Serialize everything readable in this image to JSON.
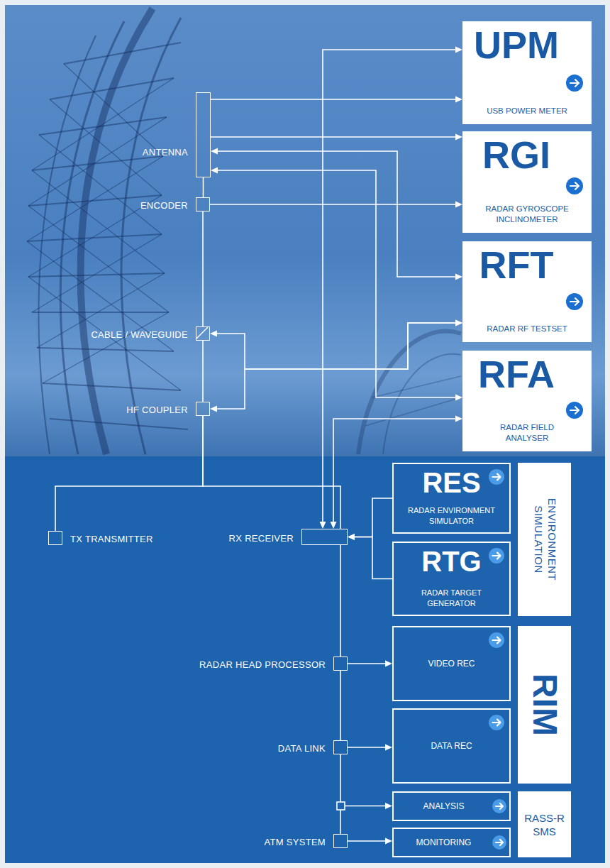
{
  "diagram": {
    "nodes": [
      {
        "text": [
          "UPM",
          "USB POWER METER"
        ]
      },
      {
        "text": [
          "RGI",
          "RADAR GYROSCOPE INCLINOMETER"
        ]
      },
      {
        "text": [
          "RFT",
          "RADAR RF TESTSET"
        ]
      },
      {
        "text": [
          "RFA",
          "RADAR FIELD ANALYSER"
        ]
      },
      {
        "text": [
          "ANTENNA"
        ]
      },
      {
        "text": [
          "ENCODER"
        ]
      },
      {
        "text": [
          "CABLE / WAVEGUIDE"
        ]
      },
      {
        "text": [
          "HF COUPLER"
        ]
      },
      {
        "text": [
          "TX TRANSMITTER"
        ]
      },
      {
        "text": [
          "RX RECEIVER"
        ]
      },
      {
        "text": [
          "RES",
          "RADAR ENVIRONMENT SIMULATOR"
        ]
      },
      {
        "text": [
          "RTG",
          "RADAR TARGET GENERATOR"
        ]
      },
      {
        "text": [
          "ENVIRONMENT SIMULATION"
        ]
      },
      {
        "text": [
          "RADAR HEAD PROCESSOR"
        ]
      },
      {
        "text": [
          "VIDEO REC"
        ]
      },
      {
        "text": [
          "DATA LINK"
        ]
      },
      {
        "text": [
          "DATA REC"
        ]
      },
      {
        "text": [
          "RIM"
        ]
      },
      {
        "text": [
          "ATM SYSTEM"
        ]
      },
      {
        "text": [
          "ANALYSIS"
        ]
      },
      {
        "text": [
          "MONITORING"
        ]
      },
      {
        "text": [
          "RASS-R SMS"
        ]
      }
    ],
    "edges": [
      {
        "from": 4,
        "to": 5,
        "arrow": "none"
      },
      {
        "from": 5,
        "to": 6,
        "arrow": "none"
      },
      {
        "from": 6,
        "to": 7,
        "arrow": "none"
      },
      {
        "from": 7,
        "to": 8,
        "arrow": "none"
      },
      {
        "from": 7,
        "to": 9,
        "arrow": "none"
      },
      {
        "from": 9,
        "to": 13,
        "arrow": "none"
      },
      {
        "from": 13,
        "to": 15,
        "arrow": "none"
      },
      {
        "from": 15,
        "to": 18,
        "arrow": "none"
      },
      {
        "from": 4,
        "to": 0,
        "arrow": "to"
      },
      {
        "from": 9,
        "to": 0,
        "arrow": "both"
      },
      {
        "from": 4,
        "to": 1,
        "arrow": "to"
      },
      {
        "from": 4,
        "to": 2,
        "arrow": "both"
      },
      {
        "from": 4,
        "to": 3,
        "arrow": "both"
      },
      {
        "from": 5,
        "to": 1,
        "arrow": "to"
      },
      {
        "from": 6,
        "to": 2,
        "arrow": "both"
      },
      {
        "from": 7,
        "to": 2,
        "arrow": "both"
      },
      {
        "from": 9,
        "to": 3,
        "arrow": "both"
      },
      {
        "from": 10,
        "to": 9,
        "arrow": "to"
      },
      {
        "from": 11,
        "to": 9,
        "arrow": "to"
      },
      {
        "from": 13,
        "to": 14,
        "arrow": "to"
      },
      {
        "from": 15,
        "to": 16,
        "arrow": "to"
      },
      {
        "from": 18,
        "to": 20,
        "arrow": "to"
      }
    ]
  }
}
